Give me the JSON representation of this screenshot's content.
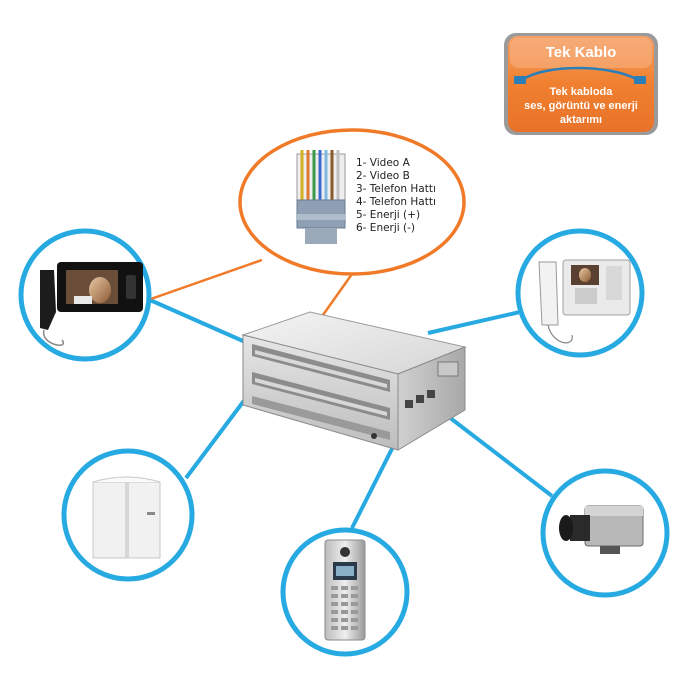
{
  "badge": {
    "title": "Tek Kablo",
    "line1": "Tek kabloda",
    "line2": "ses, görüntü ve enerji",
    "line3": "aktarımı"
  },
  "pinout": {
    "items": [
      "1- Video A",
      "2- Video B",
      "3- Telefon Hattı",
      "4- Telefon Hattı",
      "5- Enerji (+)",
      "6- Enerji (-)"
    ]
  },
  "colors": {
    "link_blue": "#27a9e1",
    "link_orange": "#f07a28",
    "badge_orange": "#f2872f"
  },
  "devices": [
    {
      "name": "video-intercom-monitor-icon"
    },
    {
      "name": "handset-video-phone-icon"
    },
    {
      "name": "power-supply-icon"
    },
    {
      "name": "door-panel-icon"
    },
    {
      "name": "cctv-camera-icon"
    }
  ]
}
